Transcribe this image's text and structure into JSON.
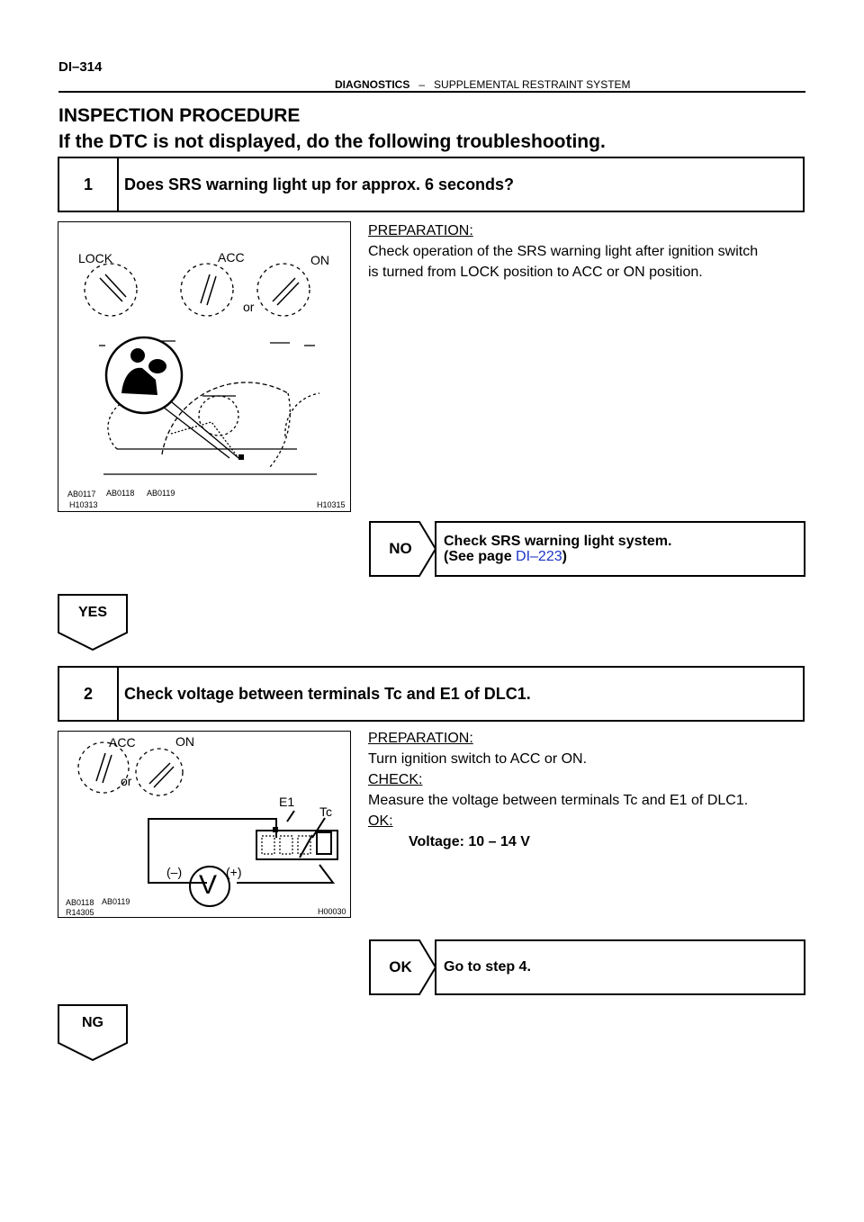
{
  "header": {
    "page_code": "DI–314",
    "section": "DIAGNOSTICS",
    "separator": "–",
    "subsection": "SUPPLEMENTAL RESTRAINT SYSTEM"
  },
  "title": {
    "line1": "INSPECTION PROCEDURE",
    "line2": "If the DTC is not displayed, do the following troubleshooting."
  },
  "step1": {
    "number": "1",
    "text": "Does SRS warning light up for approx. 6 seconds?",
    "figure": {
      "labels": {
        "lock": "LOCK",
        "acc": "ACC",
        "on": "ON",
        "or": "or"
      },
      "codes": {
        "c1": "AB0117",
        "c2": "AB0118",
        "c3": "AB0119",
        "c4": "H10313",
        "c5": "H10315"
      }
    },
    "preparation_label": "PREPARATION:",
    "preparation_line1": "Check operation of the SRS warning light after ignition switch",
    "preparation_line2": "is turned from LOCK position to ACC or ON position.",
    "no_branch": {
      "label": "NO",
      "line1": "Check SRS warning light system.",
      "line2_prefix": "(See page ",
      "link": "DI–223",
      "line2_suffix": ")"
    },
    "yes_label": "YES"
  },
  "step2": {
    "number": "2",
    "text": "Check voltage between terminals Tc and E1 of DLC1.",
    "figure": {
      "labels": {
        "acc": "ACC",
        "on": "ON",
        "or": "or",
        "e1": "E1",
        "tc": "Tc",
        "minus": "(–)",
        "plus": "(+)",
        "v": "V"
      },
      "codes": {
        "c1": "AB0118",
        "c2": "AB0119",
        "c3": "R14305",
        "c4": "H00030"
      }
    },
    "preparation_label": "PREPARATION:",
    "preparation_text": "Turn ignition switch to ACC or ON.",
    "check_label": "CHECK:",
    "check_text": "Measure the voltage between terminals Tc and E1 of DLC1.",
    "ok_label": "OK:",
    "ok_value": "Voltage: 10 – 14 V",
    "ok_branch": {
      "label": "OK",
      "text": "Go to step 4."
    },
    "ng_label": "NG"
  }
}
